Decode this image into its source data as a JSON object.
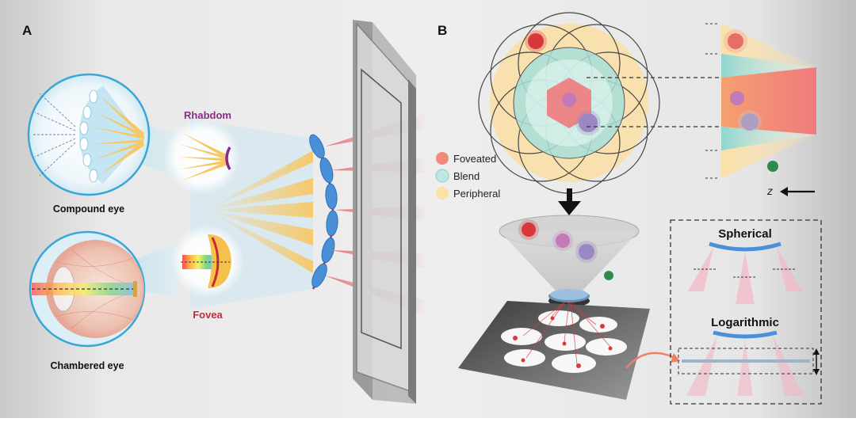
{
  "panel_a": {
    "letter": "A",
    "rhabdom_label": "Rhabdom",
    "compound_eye_label": "Compound eye",
    "fovea_label": "Fovea",
    "chambered_eye_label": "Chambered eye"
  },
  "panel_b": {
    "letter": "B",
    "legend": [
      {
        "label": "Foveated",
        "color": "#f08a78"
      },
      {
        "label": "Blend",
        "color": "#bfe8e4"
      },
      {
        "label": "Peripheral",
        "color": "#fbe0a8"
      }
    ],
    "z_axis_label": "z",
    "spherical_label": "Spherical",
    "logarithmic_label": "Logarithmic"
  },
  "colors": {
    "eye_outline": "#3aa6d8",
    "lens_blue": "#4a90d9",
    "retina_red": "#c8283c",
    "rhabdom_purple": "#8a2a8c",
    "fovea_red": "#c8283c",
    "ray_yellow": "#f7c766",
    "ray_red": "#e8757a"
  }
}
